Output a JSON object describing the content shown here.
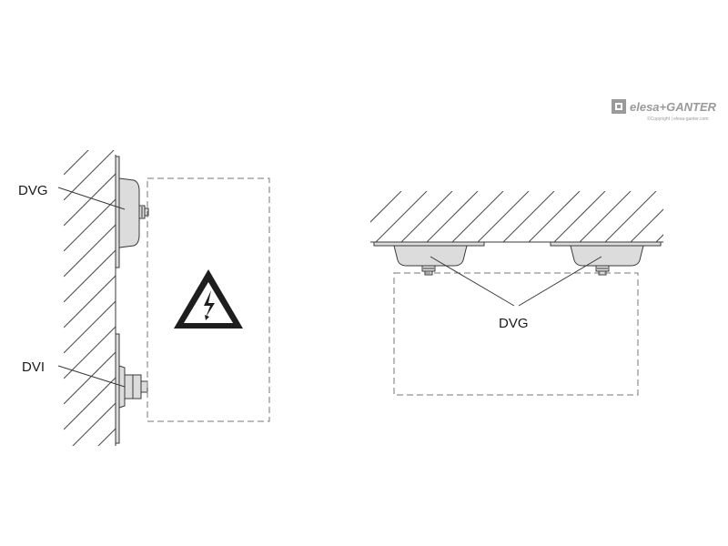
{
  "labels": {
    "left_top": "DVG",
    "left_bottom": "DVI",
    "right": "DVG"
  },
  "logo": {
    "brand": "elesa+GANTER",
    "copyright": "©Copyright | elesa-ganter.com"
  },
  "colors": {
    "line": "#3a3a3a",
    "hatch": "#4a4a4a",
    "dash": "#777777",
    "part_fill": "#dcdcdc",
    "logo": "#9a9a9a"
  },
  "icons": [
    "electrical-hazard-icon",
    "elesa-ganter-logo"
  ]
}
